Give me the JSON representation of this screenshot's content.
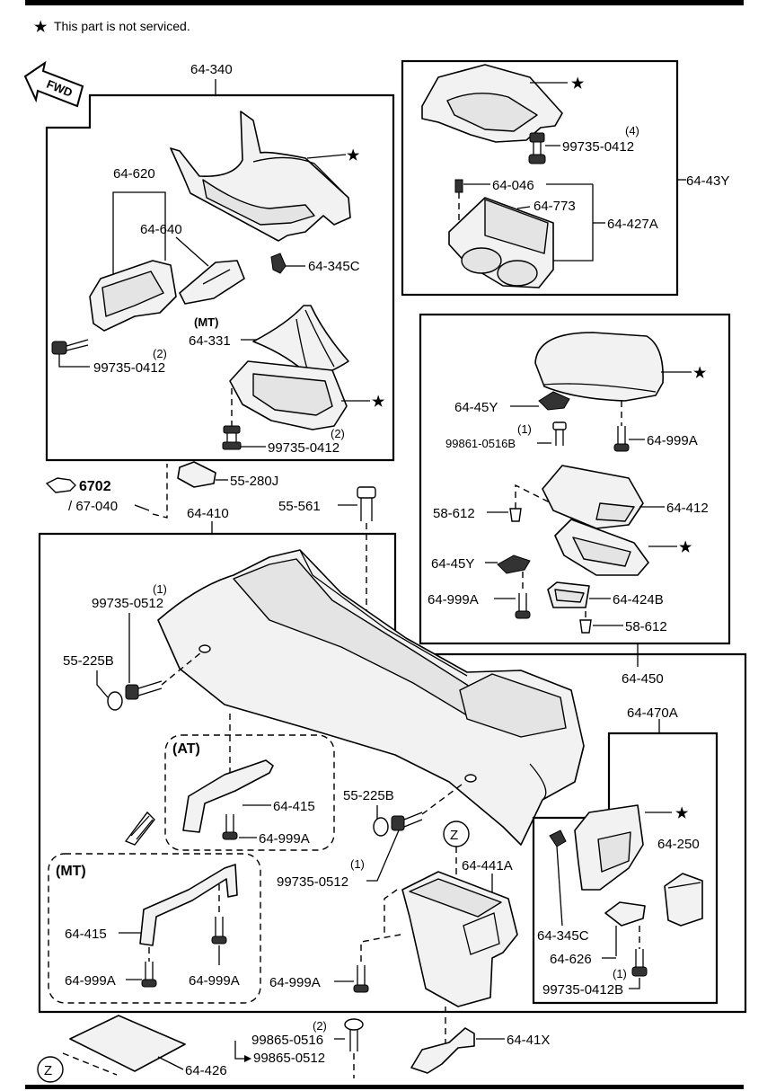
{
  "note": {
    "star": "★",
    "text": "This part is not serviced."
  },
  "fwd": "FWD",
  "ref": {
    "number": "6702",
    "sub": "/ 67-040"
  },
  "labels": {
    "p64_340": "64-340",
    "p64_620": "64-620",
    "p64_640": "64-640",
    "p64_345C_a": "64-345C",
    "mt_a": "(MT)",
    "p64_331": "64-331",
    "q2_a": "(2)",
    "p99735_0412_a": "99735-0412",
    "q2_b": "(2)",
    "p99735_0412_b": "99735-0412",
    "q4": "(4)",
    "p99735_0412_c": "99735-0412",
    "p64_43Y": "64-43Y",
    "p64_046": "64-046",
    "p64_773": "64-773",
    "p64_427A": "64-427A",
    "p55_280J": "55-280J",
    "p55_561": "55-561",
    "p64_410": "64-410",
    "p64_45Y_a": "64-45Y",
    "q1_a": "(1)",
    "p99861_0516B": "99861-0516B",
    "p64_999A_a": "64-999A",
    "p58_612_a": "58-612",
    "p64_412": "64-412",
    "p64_45Y_b": "64-45Y",
    "p64_999A_b": "64-999A",
    "p64_424B": "64-424B",
    "p58_612_b": "58-612",
    "p64_450": "64-450",
    "q1_b": "(1)",
    "p99735_0512_a": "99735-0512",
    "p55_225B_a": "55-225B",
    "at": "(AT)",
    "p64_415_a": "64-415",
    "p64_999A_c": "64-999A",
    "p55_225B_b": "55-225B",
    "q1_c": "(1)",
    "p99735_0512_b": "99735-0512",
    "mt_b": "(MT)",
    "p64_415_b": "64-415",
    "p64_999A_d": "64-999A",
    "p64_999A_e": "64-999A",
    "p64_999A_f": "64-999A",
    "z_a": "Z",
    "p64_441A": "64-441A",
    "p64_470A": "64-470A",
    "p64_250": "64-250",
    "p64_345C_b": "64-345C",
    "p64_626": "64-626",
    "q1_d": "(1)",
    "p99735_0412B": "99735-0412B",
    "q2_c": "(2)",
    "p99865_0516": "99865-0516",
    "p99865_0512": "99865-0512",
    "p64_41X": "64-41X",
    "z_b": "Z",
    "p64_426": "64-426"
  }
}
